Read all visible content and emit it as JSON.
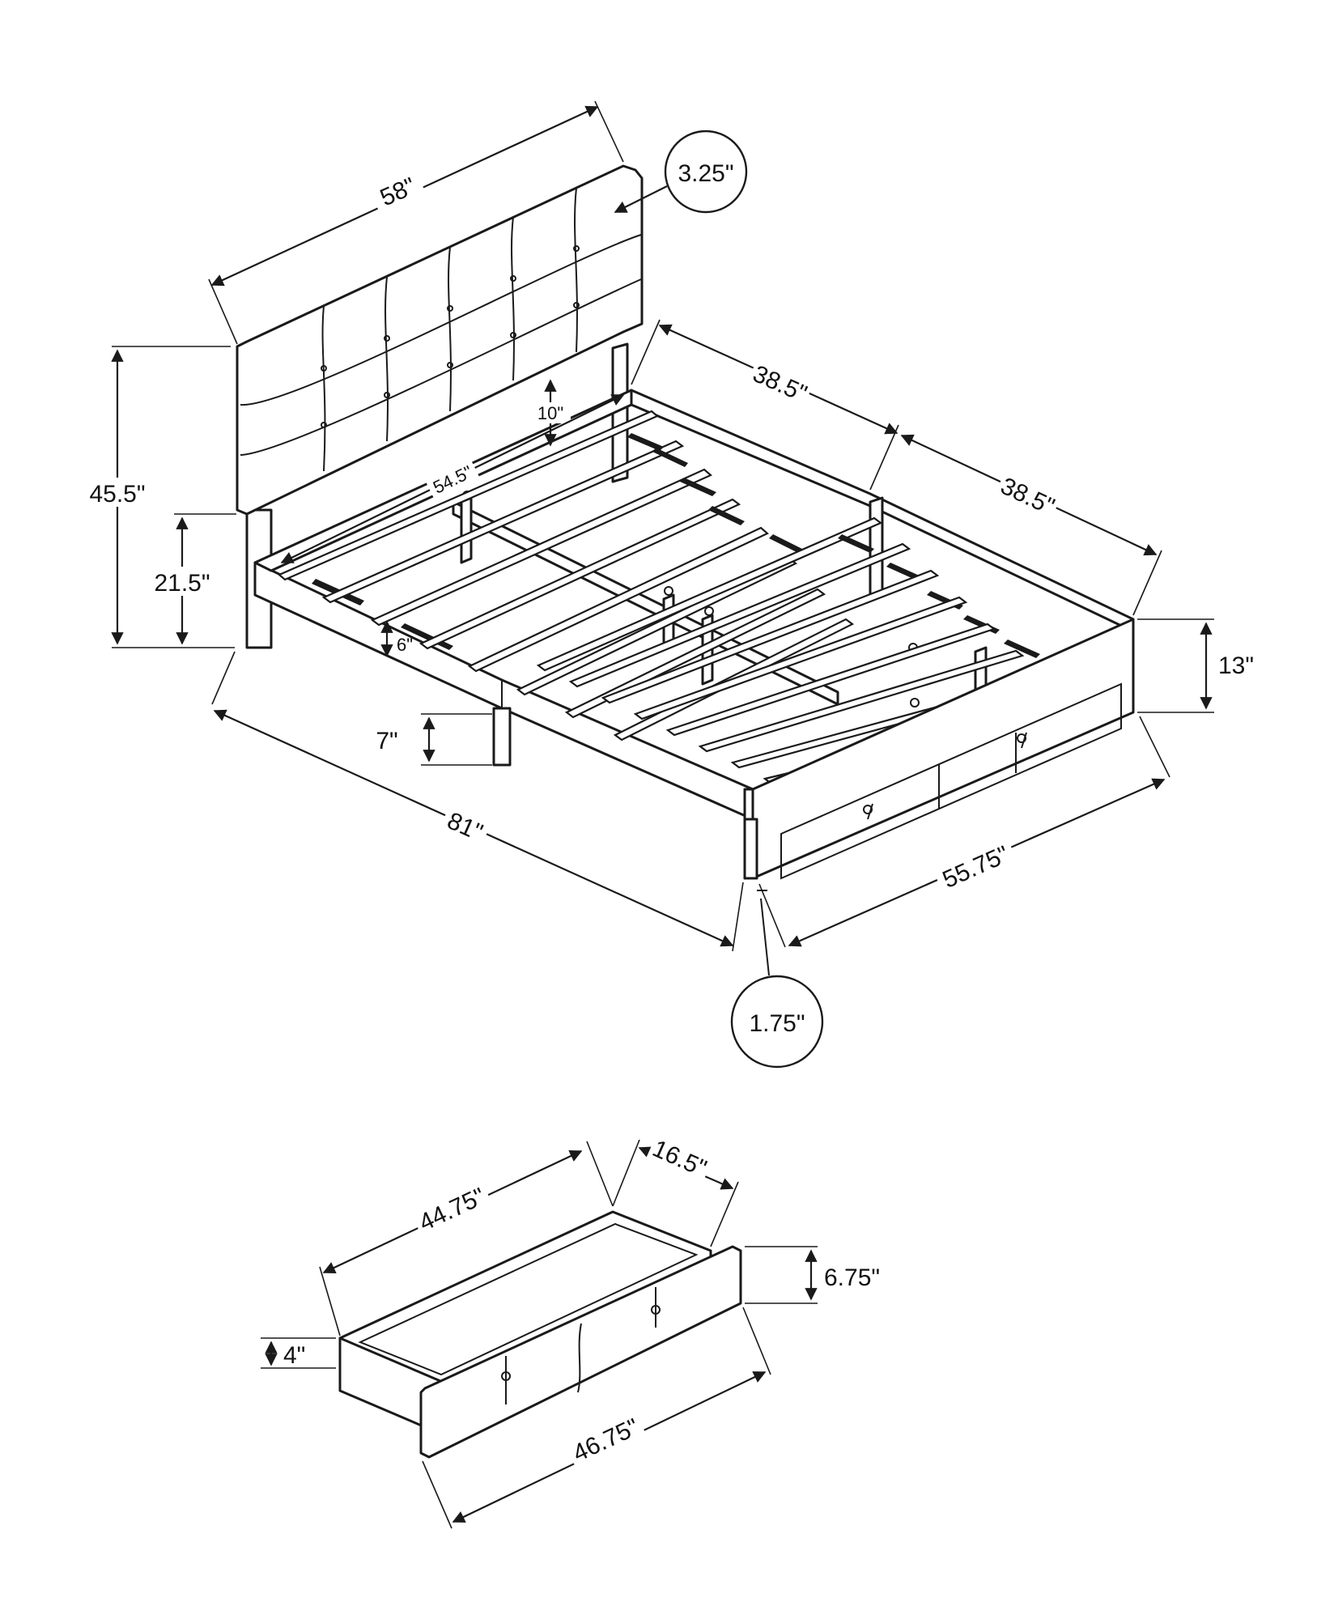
{
  "bed": {
    "headboard_width": "58\"",
    "headboard_thickness": "3.25\"",
    "overall_height": "45.5\"",
    "headboard_leg_height": "21.5\"",
    "rail_height": "6\"",
    "headboard_gap": "10\"",
    "inner_width": "54.5\"",
    "side_length_rear": "38.5\"",
    "side_length_front": "38.5\"",
    "footboard_height": "13\"",
    "leg_height": "7\"",
    "overall_length": "81\"",
    "overall_width": "55.75\"",
    "leg_width": "1.75\""
  },
  "drawer": {
    "length_back": "44.75\"",
    "depth": "16.5\"",
    "front_height": "6.75\"",
    "side_height": "4\"",
    "front_length": "46.75\""
  }
}
